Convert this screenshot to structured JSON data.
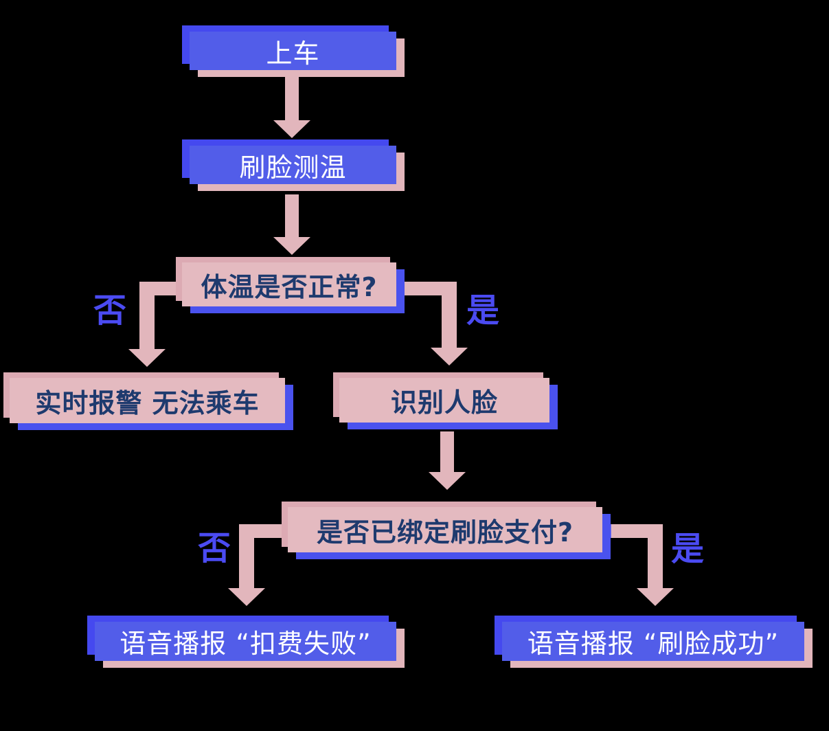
{
  "palette": {
    "background": "#000000",
    "blue_node": "#525de9",
    "blue_node_back": "#4549ef",
    "pink_node": "#e4bac0",
    "pink_node_back": "#dcaab3",
    "blue_shadow": "#4a52ee",
    "pink_connector": "#e2b6bc",
    "branch_label_blue": "#4b4bf2",
    "text_navy": "#1e3a6e",
    "text_white": "#ffffff"
  },
  "flowchart": {
    "nodes": {
      "board": {
        "label": "上车"
      },
      "temp_scan": {
        "label": "刷脸测温"
      },
      "temp_check": {
        "label": "体温是否正常?"
      },
      "alarm": {
        "label": "实时报警 无法乘车"
      },
      "face_recognize": {
        "label": "识别人脸"
      },
      "payment_check": {
        "label": "是否已绑定刷脸支付?"
      },
      "deduction_failed": {
        "label": "语音播报 “扣费失败”"
      },
      "face_success": {
        "label": "语音播报 “刷脸成功”"
      }
    },
    "branch_labels": {
      "temp_no": "否",
      "temp_yes": "是",
      "pay_no": "否",
      "pay_yes": "是"
    }
  }
}
